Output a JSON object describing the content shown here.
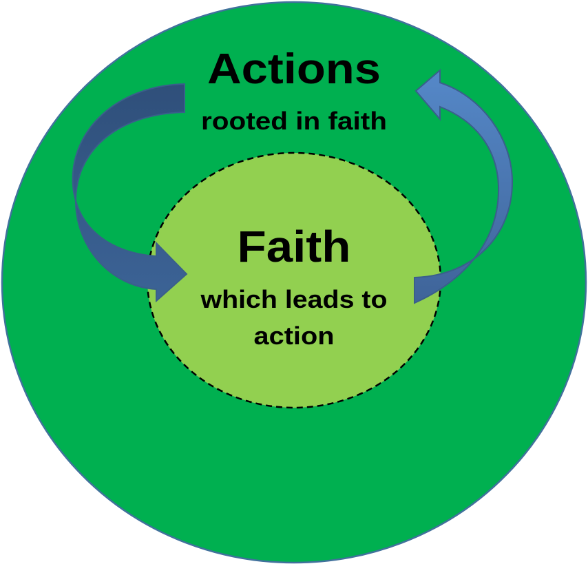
{
  "outer": {
    "title": "Actions",
    "subtitle": "rooted in faith"
  },
  "inner": {
    "title": "Faith",
    "subtitle_line1": "which leads to",
    "subtitle_line2": "action"
  },
  "colors": {
    "outer_fill": "#00B050",
    "outer_stroke": "#41719C",
    "inner_fill": "#92D050",
    "arrow_left": "#3B5E8C",
    "arrow_right": "#4F7FBD",
    "arrow_stroke": "#3A5F8B"
  }
}
